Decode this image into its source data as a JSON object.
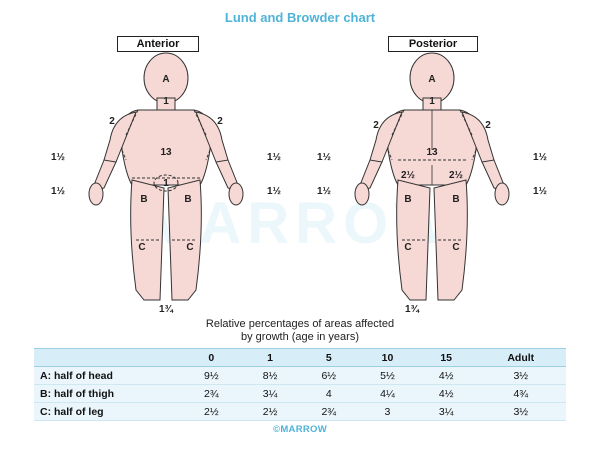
{
  "title": "Lund and Browder chart",
  "views": {
    "anterior": "Anterior",
    "posterior": "Posterior"
  },
  "anterior_labels": {
    "head": "A",
    "neck": "1",
    "upper_arm_left": "2",
    "upper_arm_right": "2",
    "trunk": "13",
    "forearm_left": "1½",
    "forearm_right": "1½",
    "genital": "1",
    "hand_left": "1½",
    "hand_right": "1½",
    "thigh_left": "B",
    "thigh_right": "B",
    "leg_left": "C",
    "leg_right": "C",
    "foot": "1¾"
  },
  "posterior_labels": {
    "head": "A",
    "neck": "1",
    "upper_arm_left": "2",
    "upper_arm_right": "2",
    "trunk": "13",
    "forearm_left": "1½",
    "forearm_right": "1½",
    "buttock_left": "2½",
    "buttock_right": "2½",
    "hand_left": "1½",
    "hand_right": "1½",
    "thigh_left": "B",
    "thigh_right": "B",
    "leg_left": "C",
    "leg_right": "C",
    "foot": "1¾"
  },
  "watermark": "MARROW",
  "caption": {
    "line1": "Relative percentages of areas affected",
    "line2": "by growth (age in years)"
  },
  "table": {
    "headers": [
      "",
      "0",
      "1",
      "5",
      "10",
      "15",
      "Adult"
    ],
    "rows": [
      {
        "label": "A: half of head",
        "values": [
          "9½",
          "8½",
          "6½",
          "5½",
          "4½",
          "3½"
        ]
      },
      {
        "label": "B: half of thigh",
        "values": [
          "2¾",
          "3¼",
          "4",
          "4¼",
          "4½",
          "4¾"
        ]
      },
      {
        "label": "C: half of leg",
        "values": [
          "2½",
          "2½",
          "2¾",
          "3",
          "3¼",
          "3½"
        ]
      }
    ]
  },
  "footer": "©MARROW",
  "colors": {
    "skin": "#f6d8d4",
    "outline": "#333333",
    "accent": "#4fb3d9",
    "table_bg": "#eaf6fc"
  }
}
